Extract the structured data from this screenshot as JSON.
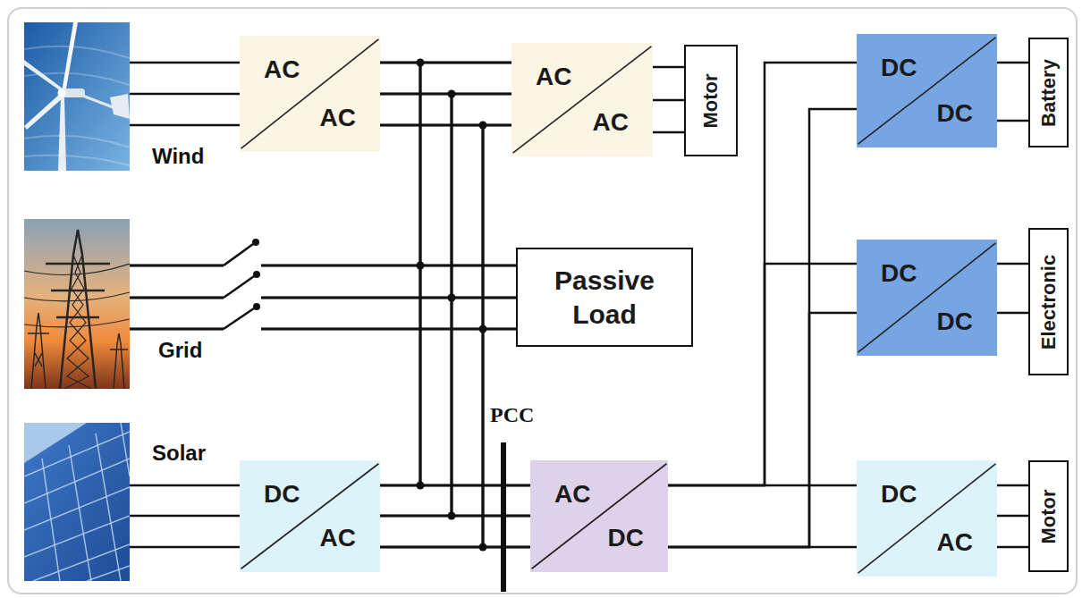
{
  "diagram": {
    "nodes": [
      {
        "text": [
          "Wind"
        ]
      },
      {
        "text": [
          "AC",
          "AC"
        ]
      },
      {
        "text": [
          "AC",
          "AC"
        ]
      },
      {
        "text": [
          "Motor"
        ]
      },
      {
        "text": [
          "Grid"
        ]
      },
      {
        "text": [
          "Passive Load"
        ]
      },
      {
        "text": [
          "Solar"
        ]
      },
      {
        "text": [
          "DC",
          "AC"
        ]
      },
      {
        "text": [
          "AC",
          "DC"
        ]
      },
      {
        "text": [
          "DC",
          "DC"
        ]
      },
      {
        "text": [
          "Battery"
        ]
      },
      {
        "text": [
          "DC",
          "DC"
        ]
      },
      {
        "text": [
          "Electronic"
        ]
      },
      {
        "text": [
          "DC",
          "AC"
        ]
      },
      {
        "text": [
          "Motor"
        ]
      }
    ],
    "edges": [
      {
        "from": 0,
        "to": 1,
        "arrow": "none"
      },
      {
        "from": 1,
        "to": 2,
        "arrow": "none"
      },
      {
        "from": 2,
        "to": 3,
        "arrow": "none"
      },
      {
        "from": 1,
        "to": 5,
        "arrow": "none"
      },
      {
        "from": 1,
        "to": 8,
        "arrow": "none"
      },
      {
        "from": 4,
        "to": 2,
        "arrow": "none"
      },
      {
        "from": 4,
        "to": 5,
        "arrow": "none"
      },
      {
        "from": 4,
        "to": 8,
        "arrow": "none"
      },
      {
        "from": 6,
        "to": 7,
        "arrow": "none"
      },
      {
        "from": 7,
        "to": 2,
        "arrow": "none"
      },
      {
        "from": 7,
        "to": 5,
        "arrow": "none"
      },
      {
        "from": 7,
        "to": 8,
        "arrow": "none"
      },
      {
        "from": 8,
        "to": 9,
        "arrow": "none"
      },
      {
        "from": 8,
        "to": 11,
        "arrow": "none"
      },
      {
        "from": 8,
        "to": 13,
        "arrow": "none"
      },
      {
        "from": 9,
        "to": 10,
        "arrow": "none"
      },
      {
        "from": 11,
        "to": 12,
        "arrow": "none"
      },
      {
        "from": 13,
        "to": 14,
        "arrow": "none"
      }
    ],
    "labels": [
      "PCC"
    ]
  }
}
